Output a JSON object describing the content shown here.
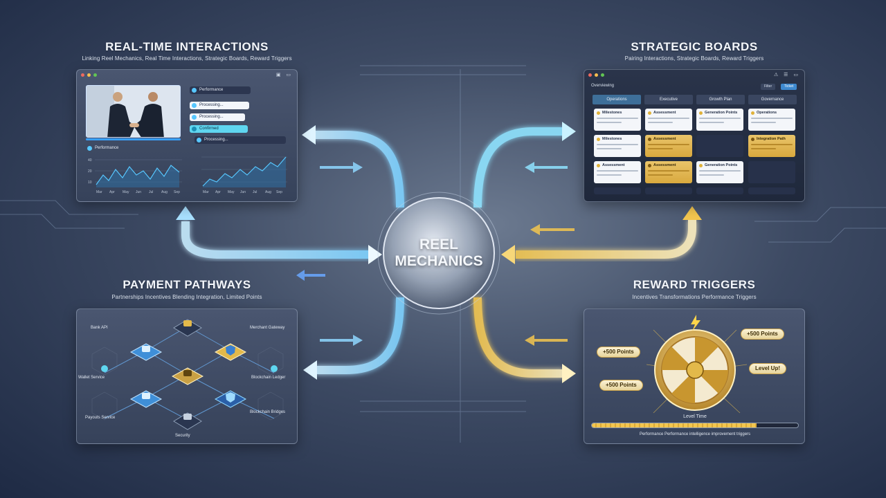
{
  "center": {
    "line1": "REEL",
    "line2": "MECHANICS"
  },
  "colors": {
    "blue_flow": "#7fd2ff",
    "gold_flow": "#f3c64f",
    "accent_cyan": "#5fd6f0"
  },
  "real_time": {
    "title": "REAL-TIME INTERACTIONS",
    "subtitle": "Linking Reel Mechanics, Real Time Interactions, Strategic Boards, Reward Triggers",
    "chips": [
      "Performance",
      "Processing...",
      "Processing...",
      "Confirmed",
      "Processing..."
    ],
    "chart_left_label": "Performance",
    "chart_ticks_x": [
      "Mar",
      "Apr",
      "May",
      "Jun",
      "Jul",
      "Aug",
      "Sep"
    ],
    "chart_ticks_y": [
      "40",
      "20",
      "10"
    ]
  },
  "strategic": {
    "title": "STRATEGIC BOARDS",
    "subtitle": "Pairing Interactions, Strategic Boards, Reward Triggers",
    "toolbar_label": "Overviewing",
    "buttons": [
      "Filter",
      "Ticket"
    ],
    "columns": [
      "Operations",
      "Executive",
      "Growth Plan",
      "Governance"
    ],
    "cards": [
      {
        "title": "Milestones",
        "gold": false
      },
      {
        "title": "Assessment",
        "gold": false
      },
      {
        "title": "Generation Points",
        "gold": false
      },
      {
        "title": "Operations",
        "gold": false
      },
      {
        "title": "Milestones",
        "gold": false
      },
      {
        "title": "Assessment",
        "gold": true
      },
      {
        "title": "Integration Path",
        "gold": true
      },
      {
        "title": "Assessment",
        "gold": false
      },
      {
        "title": "Assessment",
        "gold": true
      },
      {
        "title": "Generation Points",
        "gold": false
      }
    ]
  },
  "payment": {
    "title": "PAYMENT PATHWAYS",
    "subtitle": "Partnerships Incentives Blending Integration, Limited Points",
    "nodes": [
      "Bank API",
      "Merchant Gateway",
      "Wallet Service",
      "Blockchain Ledger",
      "Payouts Service",
      "Blockchain Bridges",
      "Security"
    ]
  },
  "reward": {
    "title": "REWARD TRIGGERS",
    "subtitle": "Incentives Transformations Performance Triggers",
    "pills": [
      "+500 Points",
      "+500 Points",
      "+500 Points",
      "Level Up!"
    ],
    "level_label": "Level Time",
    "footer": "Performance Performance intelligence improvement triggers",
    "progress": 0.8
  }
}
